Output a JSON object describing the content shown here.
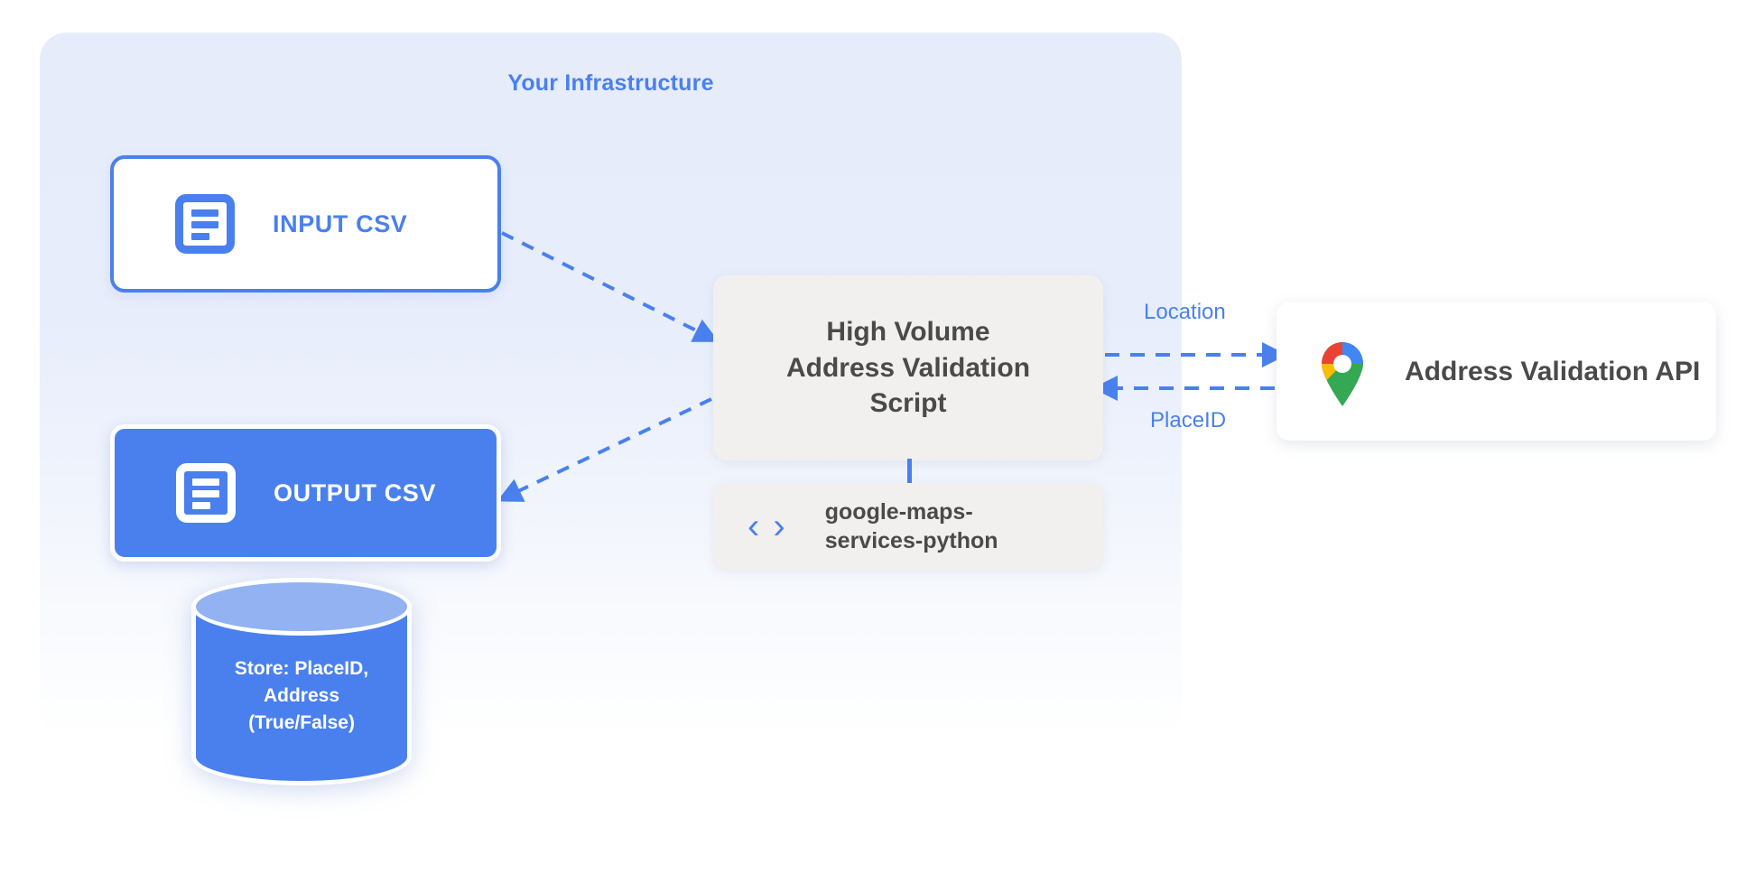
{
  "panel": {
    "title": "Your Infrastructure"
  },
  "nodes": {
    "input_csv": {
      "label": "INPUT CSV",
      "icon": "document-icon"
    },
    "output_csv": {
      "label": "OUTPUT CSV",
      "icon": "document-icon"
    },
    "database": {
      "line1": "Store: PlaceID,",
      "line2": "Address",
      "line3": "(True/False)"
    },
    "script": {
      "line1": "High Volume",
      "line2": "Address Validation",
      "line3": "Script"
    },
    "library": {
      "line1": "google-maps-",
      "line2": "services-python",
      "icon": "code-brackets-icon",
      "icon_glyph": "‹ ›"
    },
    "api": {
      "label": "Address Validation API",
      "icon": "google-maps-pin-icon"
    }
  },
  "edges": {
    "location_label": "Location",
    "placeid_label": "PlaceID"
  },
  "colors": {
    "accent_blue": "#4a80ee",
    "panel_bg": "#e6ecfa",
    "box_gray": "#f1f0ee",
    "text_dark": "#4a4a4a",
    "db_top": "#92b2f2",
    "pin_blue": "#4285f4",
    "pin_red": "#ea4335",
    "pin_yellow": "#fbbc04",
    "pin_green": "#34a853"
  }
}
